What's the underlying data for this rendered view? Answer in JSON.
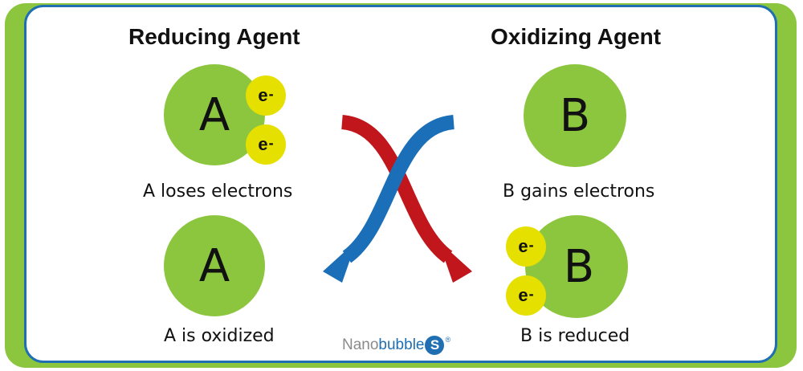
{
  "headings": {
    "left": "Reducing Agent",
    "right": "Oxidizing Agent"
  },
  "particles": {
    "reducer_label": "A",
    "oxidizer_label": "B",
    "electron_base": "e",
    "electron_charge": "-"
  },
  "captions": {
    "a_loses": "A loses electrons",
    "b_gains": "B gains electrons",
    "a_oxidized": "A is oxidized",
    "b_reduced": "B is reduced"
  },
  "logo": {
    "part1": "Nano",
    "part2": "bubble",
    "mark": "S",
    "registered": "®"
  },
  "colors": {
    "frame_green": "#8cc63f",
    "border_blue": "#1f6fb2",
    "electron_yellow": "#e5e000",
    "arrow_red": "#c0161c",
    "arrow_blue": "#1a6fb8"
  }
}
